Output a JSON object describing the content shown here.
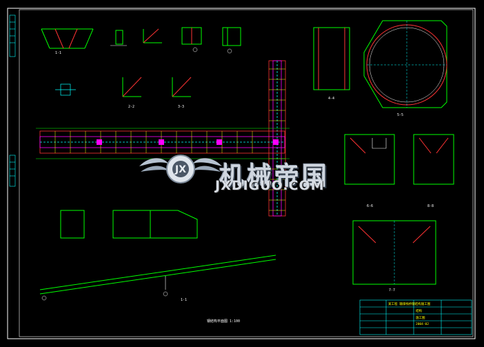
{
  "watermark": {
    "brand_cn": "机械帝国",
    "brand_en": "JXDIGUO.COM"
  },
  "colors": {
    "background": "#000000",
    "frame": "#ffffff",
    "steel": "#00ff00",
    "dims": "#00ffff",
    "hatch": "#ff3333",
    "accent": "#ff00ff",
    "text": "#ffffff",
    "title_text": "#ffff00"
  },
  "drawing": {
    "section_labels": [
      "1-1",
      "2-2",
      "3-3",
      "4-4",
      "5-5",
      "6-6",
      "7-7",
      "8-8"
    ],
    "plan_caption": "钢结构平面图 1:100",
    "elevation_caption": "1-1",
    "title_block": {
      "line1": "某工程 输煤栈桥钢结构施工图",
      "line2": "结构",
      "line3": "施工图",
      "line4": "2004·02"
    }
  }
}
